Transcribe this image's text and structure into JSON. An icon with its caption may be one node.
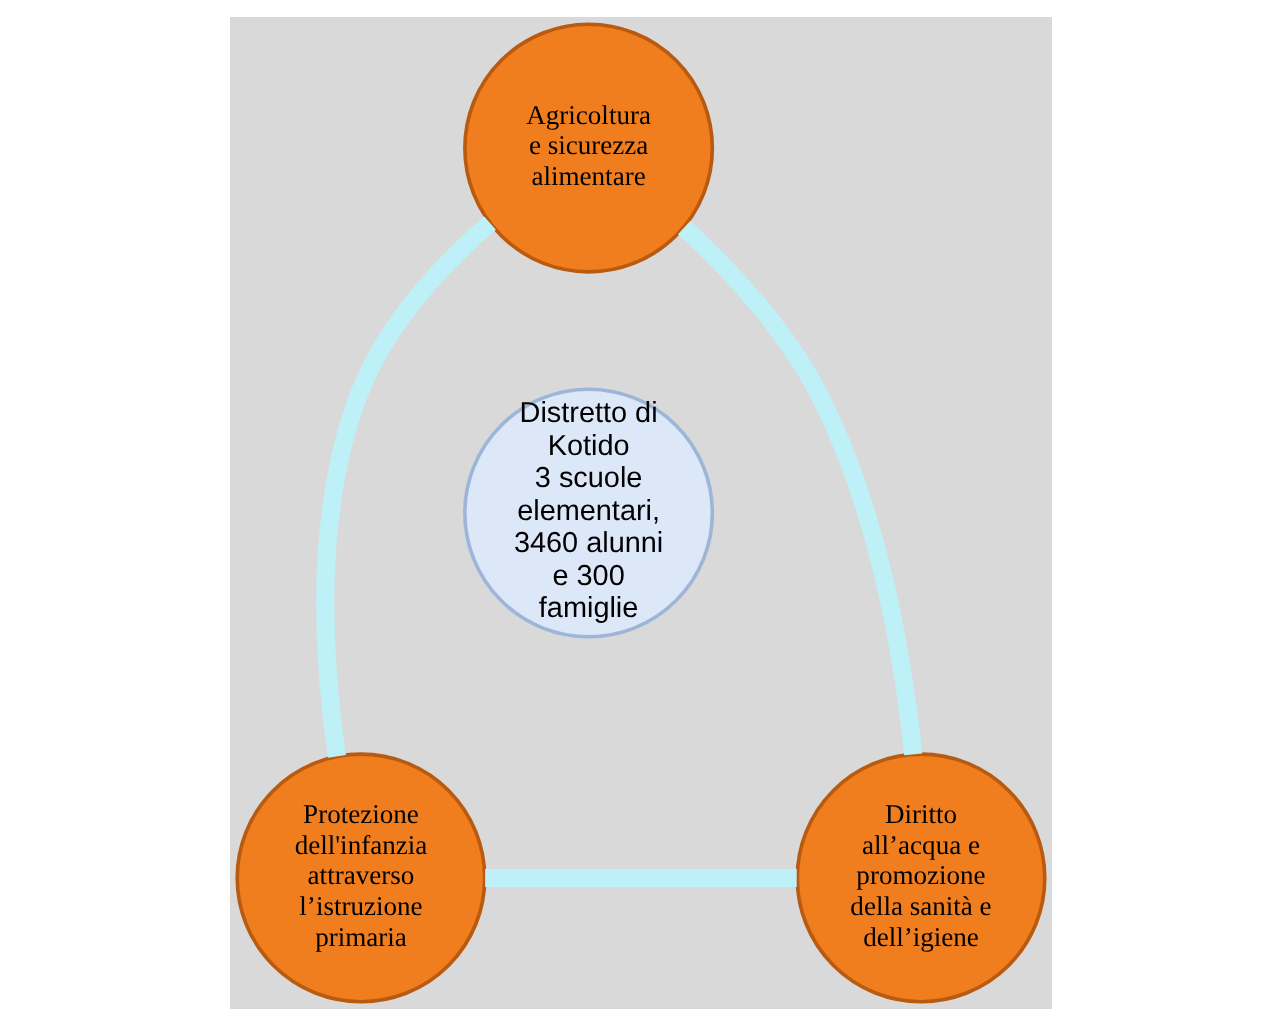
{
  "diagram": {
    "nodes": [
      {
        "text": [
          "Agricoltura e sicurezza alimentare"
        ]
      },
      {
        "text": [
          "Distretto di Kotido",
          "3 scuole elementari,",
          "3460 alunni e 300 famiglie"
        ]
      },
      {
        "text": [
          "Protezione dell'infanzia attraverso l’istruzione primaria"
        ]
      },
      {
        "text": [
          "Diritto all’acqua e promozione della sanità e dell’igiene"
        ]
      }
    ],
    "edges": [
      {
        "from": 0,
        "to": 3,
        "arrow": "none"
      },
      {
        "from": 3,
        "to": 2,
        "arrow": "none"
      },
      {
        "from": 2,
        "to": 0,
        "arrow": "none"
      }
    ]
  }
}
